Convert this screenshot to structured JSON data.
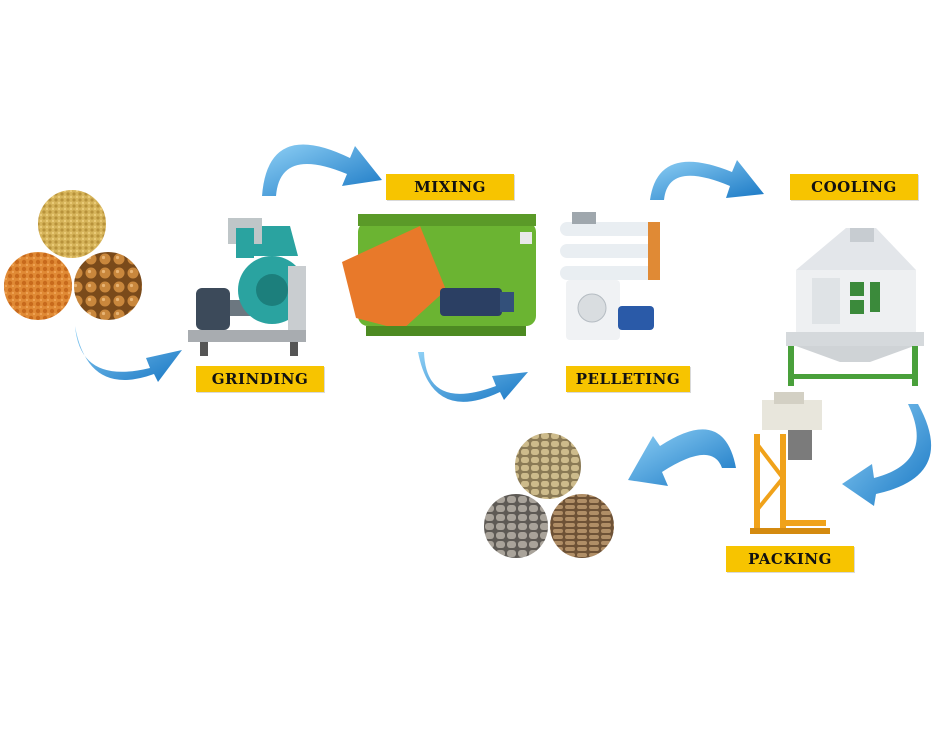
{
  "steps": {
    "grinding": "GRINDING",
    "mixing": "MIXING",
    "pelleting": "PELLETING",
    "cooling": "COOLING",
    "packing": "PACKING"
  },
  "colors": {
    "label_bg": "#f7c400",
    "arrow_blue": "#1f8fd6",
    "machine_teal": "#2aa3a0",
    "mixer_green": "#6bb432",
    "mixer_orange": "#e8792a"
  },
  "icons": [
    "raw-material-circles-icon",
    "grinding-machine-icon",
    "mixing-machine-icon",
    "pellet-mill-icon",
    "cooler-machine-icon",
    "packing-machine-icon",
    "feed-pellet-circles-icon",
    "flow-arrow-icon"
  ]
}
